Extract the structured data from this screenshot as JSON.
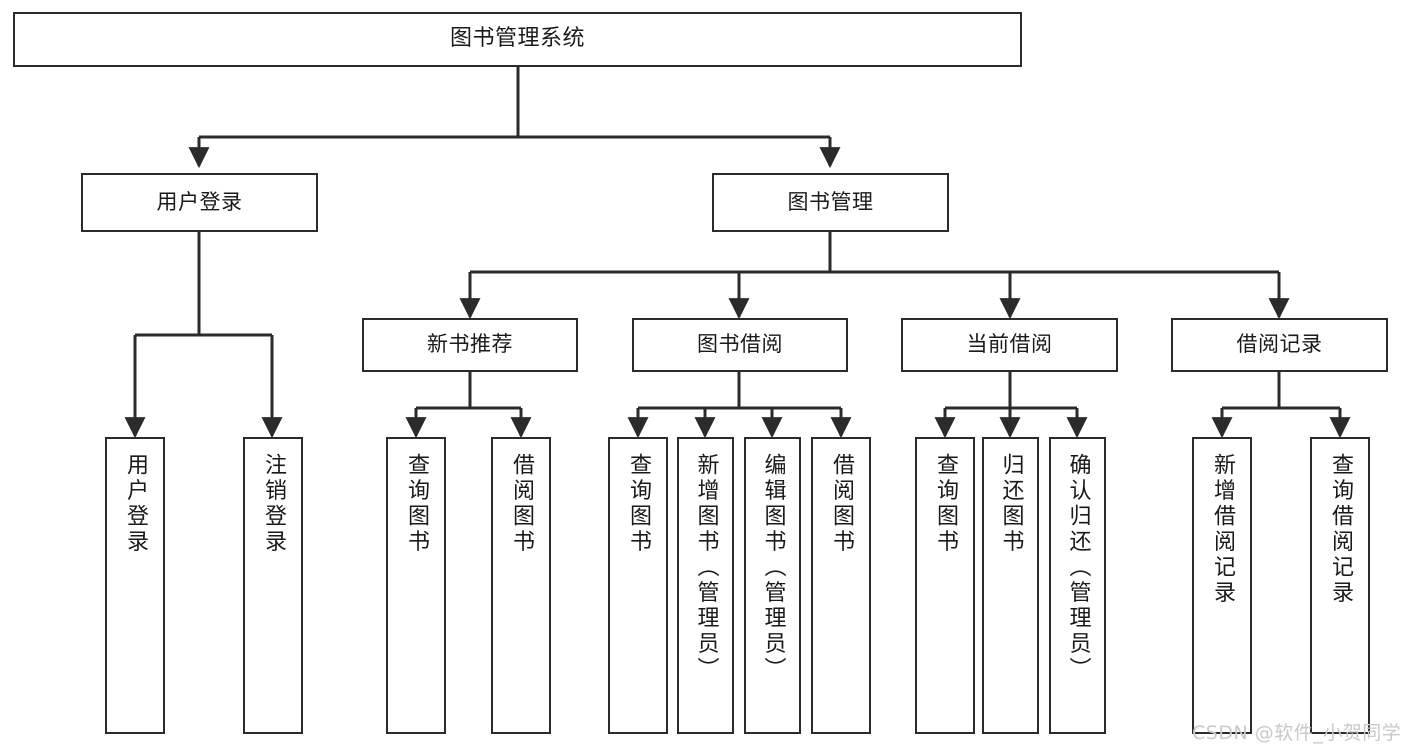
{
  "diagram": {
    "title": "图书管理系统",
    "watermark": "CSDN @软件_小贺同学",
    "stroke_color": "#2b2b2b",
    "background_color": "#ffffff",
    "text_color": "#1a1a1a",
    "watermark_color": "#c9c9c9",
    "nodes": {
      "root": "图书管理系统",
      "level1": {
        "user_login": "用户登录",
        "book_manage": "图书管理"
      },
      "level2": {
        "new_book_recommend": "新书推荐",
        "book_borrow": "图书借阅",
        "current_borrow": "当前借阅",
        "borrow_record": "借阅记录"
      },
      "leaves": {
        "user_login_1": "用户登录",
        "user_login_2": "注销登录",
        "recommend_1": "查询图书",
        "recommend_2": "借阅图书",
        "borrow_1": "查询图书",
        "borrow_2": "新增图书（管理员）",
        "borrow_3": "编辑图书（管理员）",
        "borrow_4": "借阅图书",
        "current_1": "查询图书",
        "current_2": "归还图书",
        "current_3": "确认归还（管理员）",
        "record_1": "新增借阅记录",
        "record_2": "查询借阅记录"
      }
    }
  }
}
